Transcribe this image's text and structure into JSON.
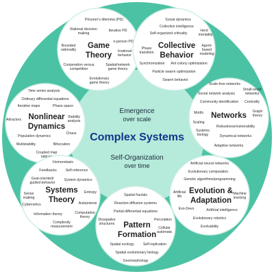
{
  "colors": {
    "outer_circle": "#4cc2a4",
    "inner_circle": "#b6eadb",
    "bubble_fill": "#ffffff",
    "bubble_stroke": "#cfeee5",
    "center_title": "#12358a",
    "text": "#2a2a2a"
  },
  "center": {
    "title": "Complex Systems",
    "top_line1": "Emergence",
    "top_line2": "over scale",
    "bottom_line1": "Self-Organization",
    "bottom_line2": "over time"
  },
  "bubbles": [
    {
      "id": "game-theory",
      "title": [
        "Game",
        "Theory"
      ],
      "topics": [
        "Prisoner's dilemma (PD)",
        "Rational decision",
        "making",
        "Iterative PD",
        "Bounded",
        "rationality",
        "n-person PD",
        "Irrational",
        "behavior",
        "Cooperation versus",
        "competition",
        "Spatial/network",
        "game theory",
        "Evolutionary",
        "game theory"
      ]
    },
    {
      "id": "collective-behavior",
      "title": [
        "Collective",
        "Behavior"
      ],
      "topics": [
        "Social dynamics",
        "Collective intelligence",
        "Self-organized criticality",
        "Herd",
        "mentality",
        "Phase",
        "transition",
        "Agent-",
        "based",
        "modeling",
        "Synchronization",
        "Ant colony optimization",
        "Particle swarm optimization",
        "Swarm behavior"
      ]
    },
    {
      "id": "nonlinear-dynamics",
      "title": [
        "Nonlinear",
        "Dynamics"
      ],
      "topics": [
        "Time series analysis",
        "Ordinary differential equations",
        "Iterative maps",
        "Phase space",
        "Attractors",
        "Stability",
        "analysis",
        "Population dynamics",
        "Chaos",
        "Multistability",
        "Bifurcation",
        "Coupled map",
        "lattices"
      ]
    },
    {
      "id": "networks",
      "title": [
        "Networks"
      ],
      "topics": [
        "Scale-free networks",
        "Social network analysis",
        "Small-world",
        "networks",
        "Community identification",
        "Centrality",
        "Motifs",
        "Graph",
        "theory",
        "Scaling",
        "Systems",
        "biology",
        "Robustness/vulnerability",
        "Dynamical networks",
        "Adaptive networks"
      ]
    },
    {
      "id": "systems-theory",
      "title": [
        "Systems",
        "Theory"
      ],
      "topics": [
        "Homeostasis",
        "Feedbacks",
        "Self-reference",
        "Goal-oriented/",
        "guided behavior",
        "System dynamics",
        "Sense",
        "making",
        "Entropy",
        "Cybernetics",
        "Autopoiesis",
        "Information theory",
        "Computation",
        "theory",
        "Complexity",
        "measurement"
      ]
    },
    {
      "id": "evolution-adaptation",
      "title": [
        "Evolution &",
        "Adaptation"
      ],
      "topics": [
        "Artificial neural networks",
        "Evolutionary computation",
        "Genetic algorithms/programming",
        "Artificial",
        "life",
        "Machine",
        "learning",
        "Evo-Devo",
        "Artificial intelligence",
        "Evolutionary robotics",
        "Evolvability"
      ]
    },
    {
      "id": "pattern-formation",
      "title": [
        "Pattern",
        "Formation"
      ],
      "topics": [
        "Spatial fractals",
        "Reaction-diffusion systems",
        "Partial differential equations",
        "Dissipative",
        "structures",
        "Percolation",
        "Cellular",
        "automata",
        "Spatial ecology",
        "Self-replication",
        "Spatial evolutionary biology",
        "Geomorphology"
      ]
    }
  ]
}
